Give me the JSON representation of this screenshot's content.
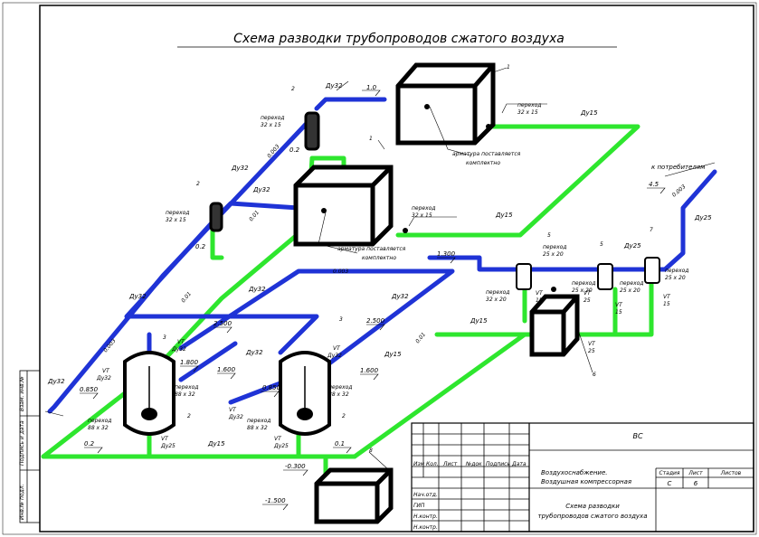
{
  "title": "Схема разводки трубопроводов сжатого воздуха",
  "lines": {
    "blue": "#1f33d6",
    "green": "#2ee62e",
    "black": "#000000"
  },
  "labels": {
    "dn32": "Ду32",
    "dn15": "Ду15",
    "dn25": "Ду25",
    "vt": "VT",
    "fitting": "арматура поставляется комплектно",
    "fitting_l1": "арматура поставляется",
    "fitting_l2": "комплектно",
    "to_consumers": "к потребителям",
    "transition": "переход"
  },
  "dims": {
    "d_32x15": "32 х 15",
    "d_25x20": "25 х 20",
    "d_88x32": "88 х 32",
    "d_32x20": "32 х 20",
    "v_1_0": "1.0",
    "v_0_2": "0.2",
    "v_0_003": "0.003",
    "v_0_01": "0.01",
    "v_4_5": "4.5",
    "v_1_300": "1.300",
    "v_2_500": "2.500",
    "v_1_800": "1.800",
    "v_1_600": "1.600",
    "v_0_850": "0.850",
    "v_0_1": "0.1",
    "v_m0_300": "-0.300",
    "v_m1_500": "-1.500",
    "v_15": "15",
    "v_25": "25"
  },
  "marks": {
    "n1": "1",
    "n2": "2",
    "n3": "3",
    "n5": "5",
    "n6": "6",
    "n7": "7",
    "n8": "8"
  },
  "title_block": {
    "code": "ВС",
    "row_headers": [
      "Изм",
      "Кол.",
      "Лист",
      "№док",
      "Подпись",
      "Дата"
    ],
    "roles": [
      "Нач.отд.",
      "ГИП",
      "Н.контр.",
      "Н.контр."
    ],
    "project_1": "Воздухоснабжение.",
    "project_2": "Воздушная компрессорная",
    "stage_h": "Стадия",
    "sheet_h": "Лист",
    "sheets_h": "Листов",
    "stage": "С",
    "sheet": "6",
    "sheet_name_1": "Схема разводки",
    "sheet_name_2": "трубопроводов сжатого воздуха"
  },
  "side_stamp": [
    "Взам. инв.№",
    "Подпись и дата",
    "Инв.№ подл."
  ]
}
